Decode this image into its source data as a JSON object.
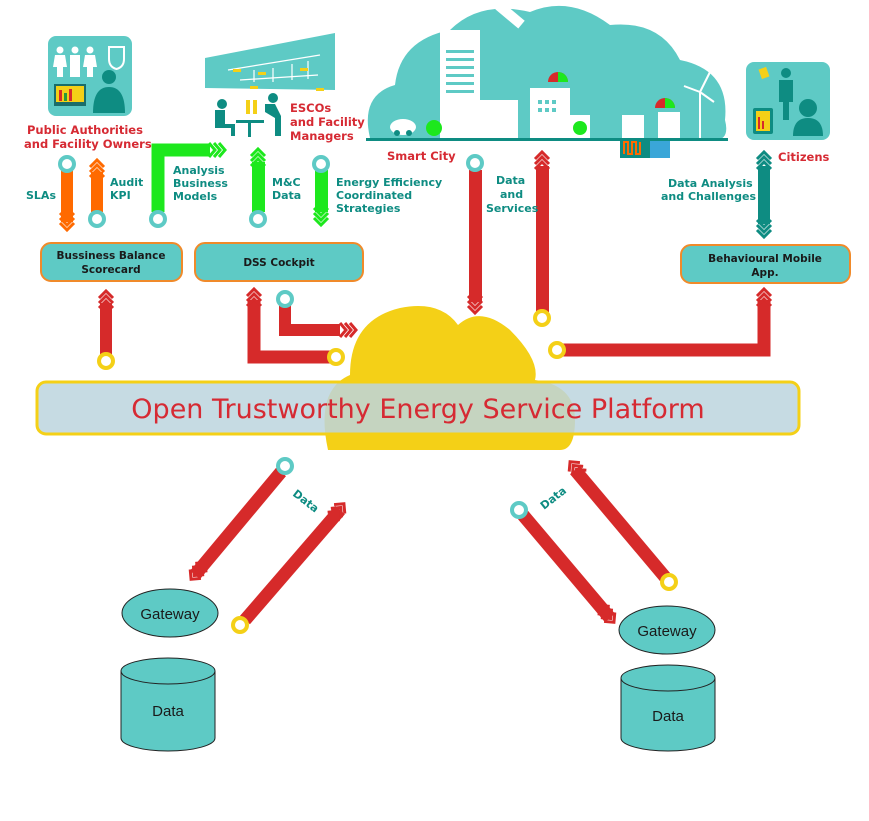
{
  "title": "Open Trustworthy Energy Service Platform",
  "colors": {
    "teal": "#5ecac5",
    "teal_dark": "#0e8c82",
    "red": "#d62a2a",
    "orange": "#ff6a00",
    "green": "#1de81d",
    "yellow": "#f4d017",
    "platform_fill": "#bcd5de",
    "box_border": "#f08a2a"
  },
  "actors": {
    "public_authorities": {
      "line1": "Public Authorities",
      "line2": "and Facility Owners",
      "icon": "people-monitor-icon"
    },
    "escos": {
      "line1": "ESCOs",
      "line2": "and Facility",
      "line3": "Managers",
      "icon": "control-room-icon"
    },
    "smart_city": {
      "label": "Smart City",
      "icon": "city-skyline-icon"
    },
    "citizens": {
      "label": "Citizens",
      "icon": "citizens-tablet-icon"
    }
  },
  "flows": {
    "slas": "SLAs",
    "audit_kpi": [
      "Audit",
      "KPI"
    ],
    "analysis_business_models": [
      "Analysis",
      "Business",
      "Models"
    ],
    "mc_data": [
      "M&C",
      "Data"
    ],
    "energy_efficiency": [
      "Energy Efficiency",
      "Coordinated",
      "Strategies"
    ],
    "data_and_services": [
      "Data",
      "and",
      "Services"
    ],
    "data_analysis": [
      "Data Analysis",
      "and Challenges"
    ],
    "data_left": "Data",
    "data_right": "Data"
  },
  "boxes": {
    "bbs": [
      "Bussiness Balance",
      "Scorecard"
    ],
    "dss": "DSS Cockpit",
    "mobile": [
      "Behavioural Mobile",
      "App."
    ]
  },
  "platform": {
    "label": "Open Trustworthy Energy Service Platform"
  },
  "bottom": {
    "left": {
      "gateway": "Gateway",
      "data": "Data"
    },
    "right": {
      "gateway": "Gateway",
      "data": "Data"
    }
  }
}
